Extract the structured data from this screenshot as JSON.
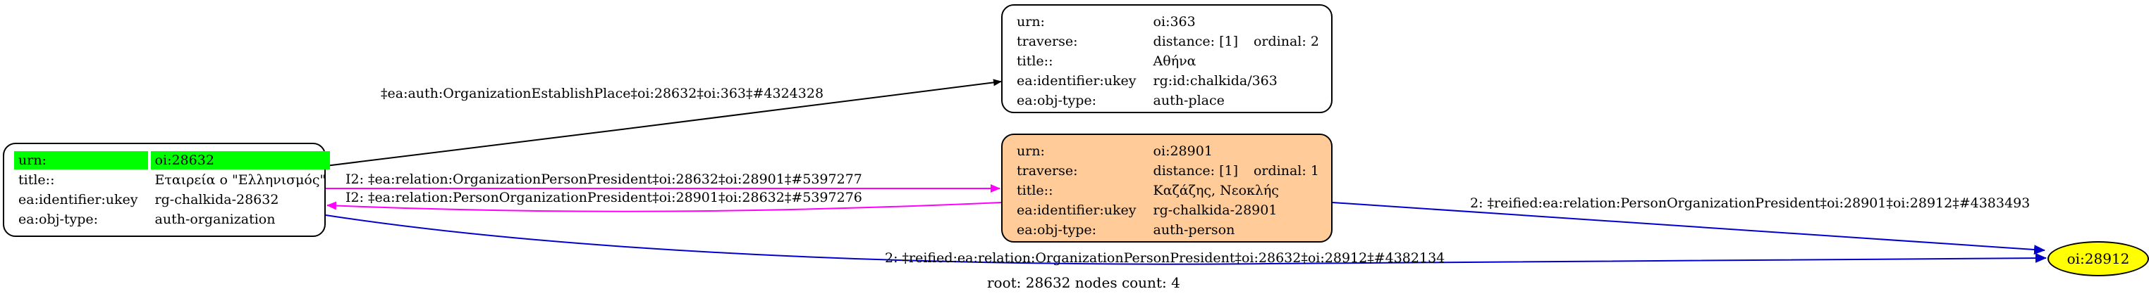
{
  "nodes": {
    "org": {
      "rows": [
        {
          "key": "urn:",
          "value": "oi:28632"
        },
        {
          "key": "title::",
          "value": "Εταιρεία ο \"Ελληνισμός\""
        },
        {
          "key": "ea:identifier:ukey",
          "value": "rg-chalkida-28632"
        },
        {
          "key": "ea:obj-type:",
          "value": "auth-organization"
        }
      ]
    },
    "place": {
      "rows": [
        {
          "key": "urn:",
          "value": "oi:363"
        },
        {
          "key": "traverse:",
          "value": "distance: [1]",
          "extra": "ordinal: 2"
        },
        {
          "key": "title::",
          "value": "Αθήνα"
        },
        {
          "key": "ea:identifier:ukey",
          "value": "rg:id:chalkida/363"
        },
        {
          "key": "ea:obj-type:",
          "value": "auth-place"
        }
      ]
    },
    "person": {
      "rows": [
        {
          "key": "urn:",
          "value": "oi:28901"
        },
        {
          "key": "traverse:",
          "value": "distance: [1]",
          "extra": "ordinal: 1"
        },
        {
          "key": "title::",
          "value": "Καζάζης, Νεοκλής"
        },
        {
          "key": "ea:identifier:ukey",
          "value": "rg-chalkida-28901"
        },
        {
          "key": "ea:obj-type:",
          "value": "auth-person"
        }
      ]
    },
    "ellipse": {
      "label": "oi:28912"
    }
  },
  "edges": {
    "org_to_place": "‡ea:auth:OrganizationEstablishPlace‡oi:28632‡oi:363‡#4324328",
    "org_to_person": "I2: ‡ea:relation:OrganizationPersonPresident‡oi:28632‡oi:28901‡#5397277",
    "person_to_org": "I2: ‡ea:relation:PersonOrganizationPresident‡oi:28901‡oi:28632‡#5397276",
    "person_to_ellipse": "2: ‡reified:ea:relation:PersonOrganizationPresident‡oi:28901‡oi:28912‡#4383493",
    "org_to_ellipse": "2: ‡reified:ea:relation:OrganizationPersonPresident‡oi:28632‡oi:28912‡#4382134"
  },
  "colors": {
    "black_edge": "#000000",
    "magenta_edge": "#ff00ff",
    "blue_edge": "#0000cc",
    "green_row": "#00ff00",
    "person_fill": "#ffcc99",
    "ellipse_fill": "#ffff00"
  },
  "footer": "root: 28632 nodes count: 4"
}
